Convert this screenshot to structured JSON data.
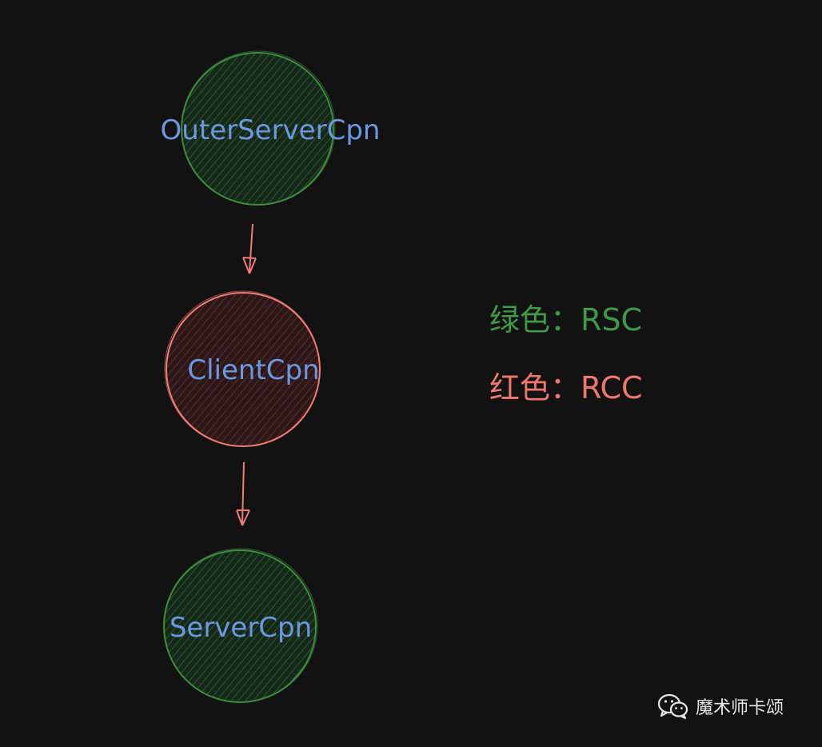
{
  "nodes": [
    {
      "id": "outer",
      "label": "OuterServerCpn",
      "kind": "rsc"
    },
    {
      "id": "client",
      "label": "ClientCpn",
      "kind": "rcc"
    },
    {
      "id": "server",
      "label": "ServerCpn",
      "kind": "rsc"
    }
  ],
  "edges": [
    {
      "from": "outer",
      "to": "client"
    },
    {
      "from": "client",
      "to": "server"
    }
  ],
  "legend": {
    "green_text": "绿色：RSC",
    "red_text": "红色：RCC"
  },
  "watermark": {
    "icon": "wechat-icon",
    "text": "魔术师卡颂"
  },
  "colors": {
    "background": "#121212",
    "rsc_stroke": "#3e8c3e",
    "rsc_fill": "#1d3a1d",
    "rsc_text": "#3f9a45",
    "rcc_stroke": "#f27c74",
    "rcc_fill": "#4a2222",
    "rcc_text": "#f0776c",
    "label": "#6b98e0",
    "arrow": "#f27c74",
    "watermark_text": "#e6e6e6"
  }
}
